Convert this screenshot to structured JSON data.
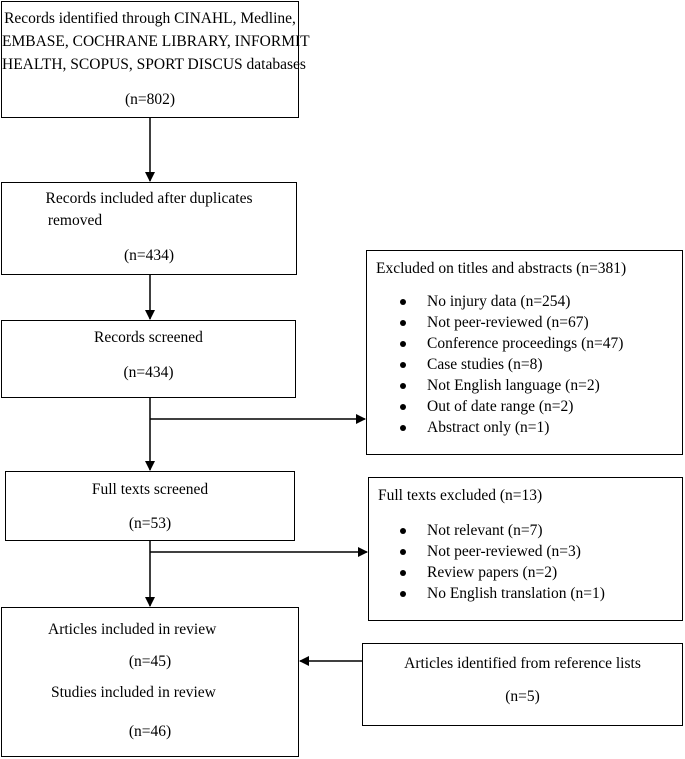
{
  "identified": {
    "lines": [
      "Records identified through CINAHL, Medline,",
      "EMBASE, COCHRANE LIBRARY, INFORMIT",
      "HEALTH, SCOPUS, SPORT DISCUS databases"
    ],
    "count": "(n=802)"
  },
  "deduplicated": {
    "lines": [
      "Records included after duplicates",
      "removed"
    ],
    "count": "(n=434)"
  },
  "screened": {
    "label": "Records screened",
    "count": "(n=434)"
  },
  "excluded_titles": {
    "title": "Excluded on titles and abstracts (n=381)",
    "items": [
      "No injury data (n=254)",
      "Not peer-reviewed (n=67)",
      "Conference proceedings (n=47)",
      "Case studies (n=8)",
      "Not English language (n=2)",
      "Out of date range (n=2)",
      "Abstract only (n=1)"
    ]
  },
  "fulltext": {
    "label": "Full texts screened",
    "count": "(n=53)"
  },
  "excluded_fulltext": {
    "title": "Full texts excluded (n=13)",
    "items": [
      "Not relevant (n=7)",
      "Not peer-reviewed (n=3)",
      "Review papers (n=2)",
      "No English translation (n=1)"
    ]
  },
  "included": {
    "articles_label": "Articles included in review",
    "articles_count": "(n=45)",
    "studies_label": "Studies included in review",
    "studies_count": "(n=46)"
  },
  "reference_lists": {
    "label": "Articles identified from reference lists",
    "count": "(n=5)"
  }
}
